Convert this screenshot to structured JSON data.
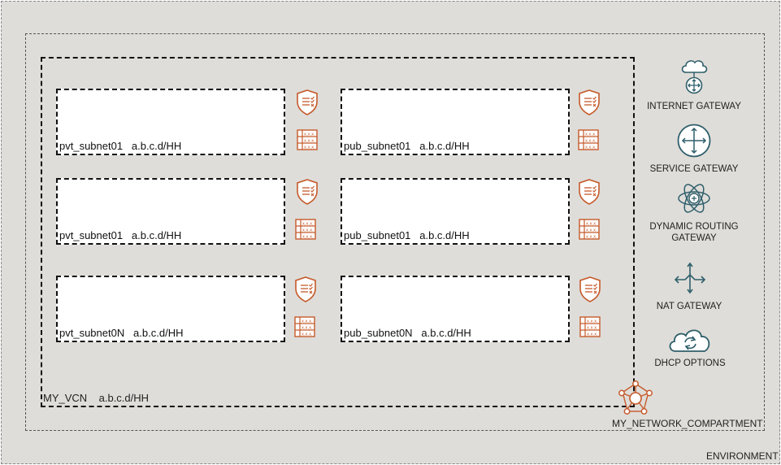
{
  "environment": {
    "label": "ENVIRONMENT"
  },
  "compartment": {
    "label": "MY_NETWORK_COMPARTMENT"
  },
  "vcn": {
    "label": "MY_VCN    a.b.c.d/HH"
  },
  "subnets": [
    {
      "label": "pvt_subnet01   a.b.c.d/HH"
    },
    {
      "label": "pub_subnet01   a.b.c.d/HH"
    },
    {
      "label": "pvt_subnet01   a.b.c.d/HH"
    },
    {
      "label": "pub_subnet01   a.b.c.d/HH"
    },
    {
      "label": "pvt_subnet0N   a.b.c.d/HH"
    },
    {
      "label": "pub_subnet0N   a.b.c.d/HH"
    }
  ],
  "subnet_icons": [
    "security-list-icon",
    "route-table-icon"
  ],
  "gateways": [
    {
      "label": "INTERNET GATEWAY",
      "icon": "internet-gateway-icon"
    },
    {
      "label": "SERVICE GATEWAY",
      "icon": "service-gateway-icon"
    },
    {
      "label": "DYNAMIC ROUTING\nGATEWAY",
      "icon": "drg-icon"
    },
    {
      "label": "NAT GATEWAY",
      "icon": "nat-gateway-icon"
    },
    {
      "label": "DHCP OPTIONS",
      "icon": "dhcp-options-icon"
    }
  ],
  "colors": {
    "background": "#dfddd9",
    "orange_icon": "#c55a2b",
    "teal_icon": "#2f5f6b"
  }
}
